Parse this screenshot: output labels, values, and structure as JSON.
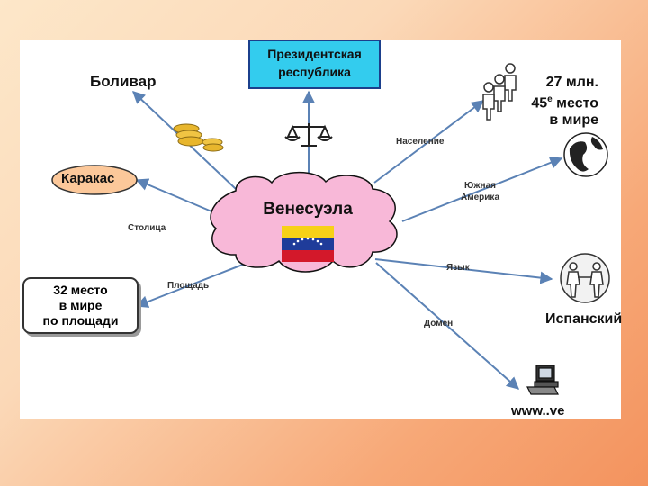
{
  "center": {
    "label": "Венесуэла"
  },
  "nodes": {
    "president": {
      "line1": "Президентская",
      "line2": "республика"
    },
    "bolivar": "Боливар",
    "caracas": "Каракас",
    "area_box": {
      "line1": "32 место",
      "line2": "в мире",
      "line3": "по площади"
    },
    "population": {
      "line1": "27 млн.",
      "line2_num": "45",
      "line2_sup": "е",
      "line2_rest": " место",
      "line3": "в мире"
    },
    "spanish": "Испанский",
    "domain": "www..ve"
  },
  "edges": {
    "naselenie": "Население",
    "yuzhnaya1": "Южная",
    "yuzhnaya2": "Америка",
    "yazyk": "Язык",
    "domen": "Домен",
    "stolitsa": "Столица",
    "ploshchad": "Площадь"
  },
  "icons": [
    "scales-icon",
    "coins-icon",
    "people-icon",
    "globe-icon",
    "handshake-globe-icon",
    "computer-icon",
    "venezuela-flag-icon"
  ],
  "colors": {
    "arrow": "#5b82b5",
    "cloud_fill": "#f8b8d8",
    "president_fill": "#33ccee",
    "caracas_fill": "#fcc89a",
    "flag_yellow": "#f7d117",
    "flag_blue": "#1f3c9a",
    "flag_red": "#d3182a"
  }
}
